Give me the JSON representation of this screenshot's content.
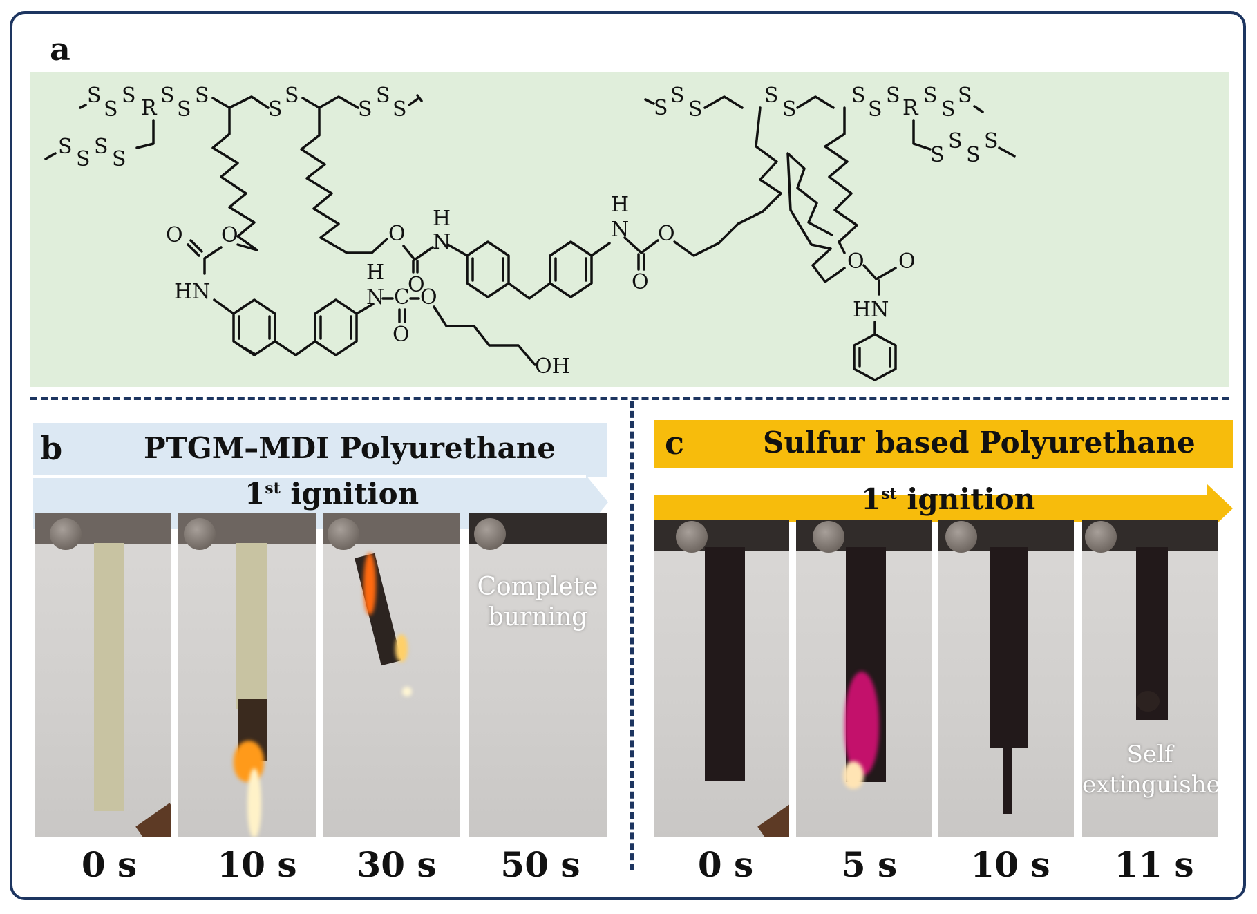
{
  "panel_a": {
    "letter": "a",
    "labels": {
      "S": "S",
      "R": "R",
      "O": "O",
      "HN": "HN",
      "H": "H",
      "N": "N",
      "C": "C",
      "OH": "OH"
    }
  },
  "panel_b": {
    "letter": "b",
    "title": "PTGM–MDI Polyurethane",
    "ignition_number": "1",
    "ignition_sup": "st",
    "ignition_text": " ignition",
    "overlay_text_line1": "Complete",
    "overlay_text_line2": "burning",
    "times": [
      "0 s",
      "10 s",
      "30 s",
      "50 s"
    ]
  },
  "panel_c": {
    "letter": "c",
    "title": "Sulfur based Polyurethane",
    "ignition_number": "1",
    "ignition_sup": "st",
    "ignition_text": " ignition",
    "overlay_text_line1": "Self",
    "overlay_text_line2": "extinguished",
    "times": [
      "0 s",
      "5 s",
      "10 s",
      "11 s"
    ]
  },
  "colors": {
    "frame": "#1d3560",
    "scheme_background": "#e0eedb",
    "banner_b": "#dce8f3",
    "banner_c": "#f7bc0c"
  }
}
